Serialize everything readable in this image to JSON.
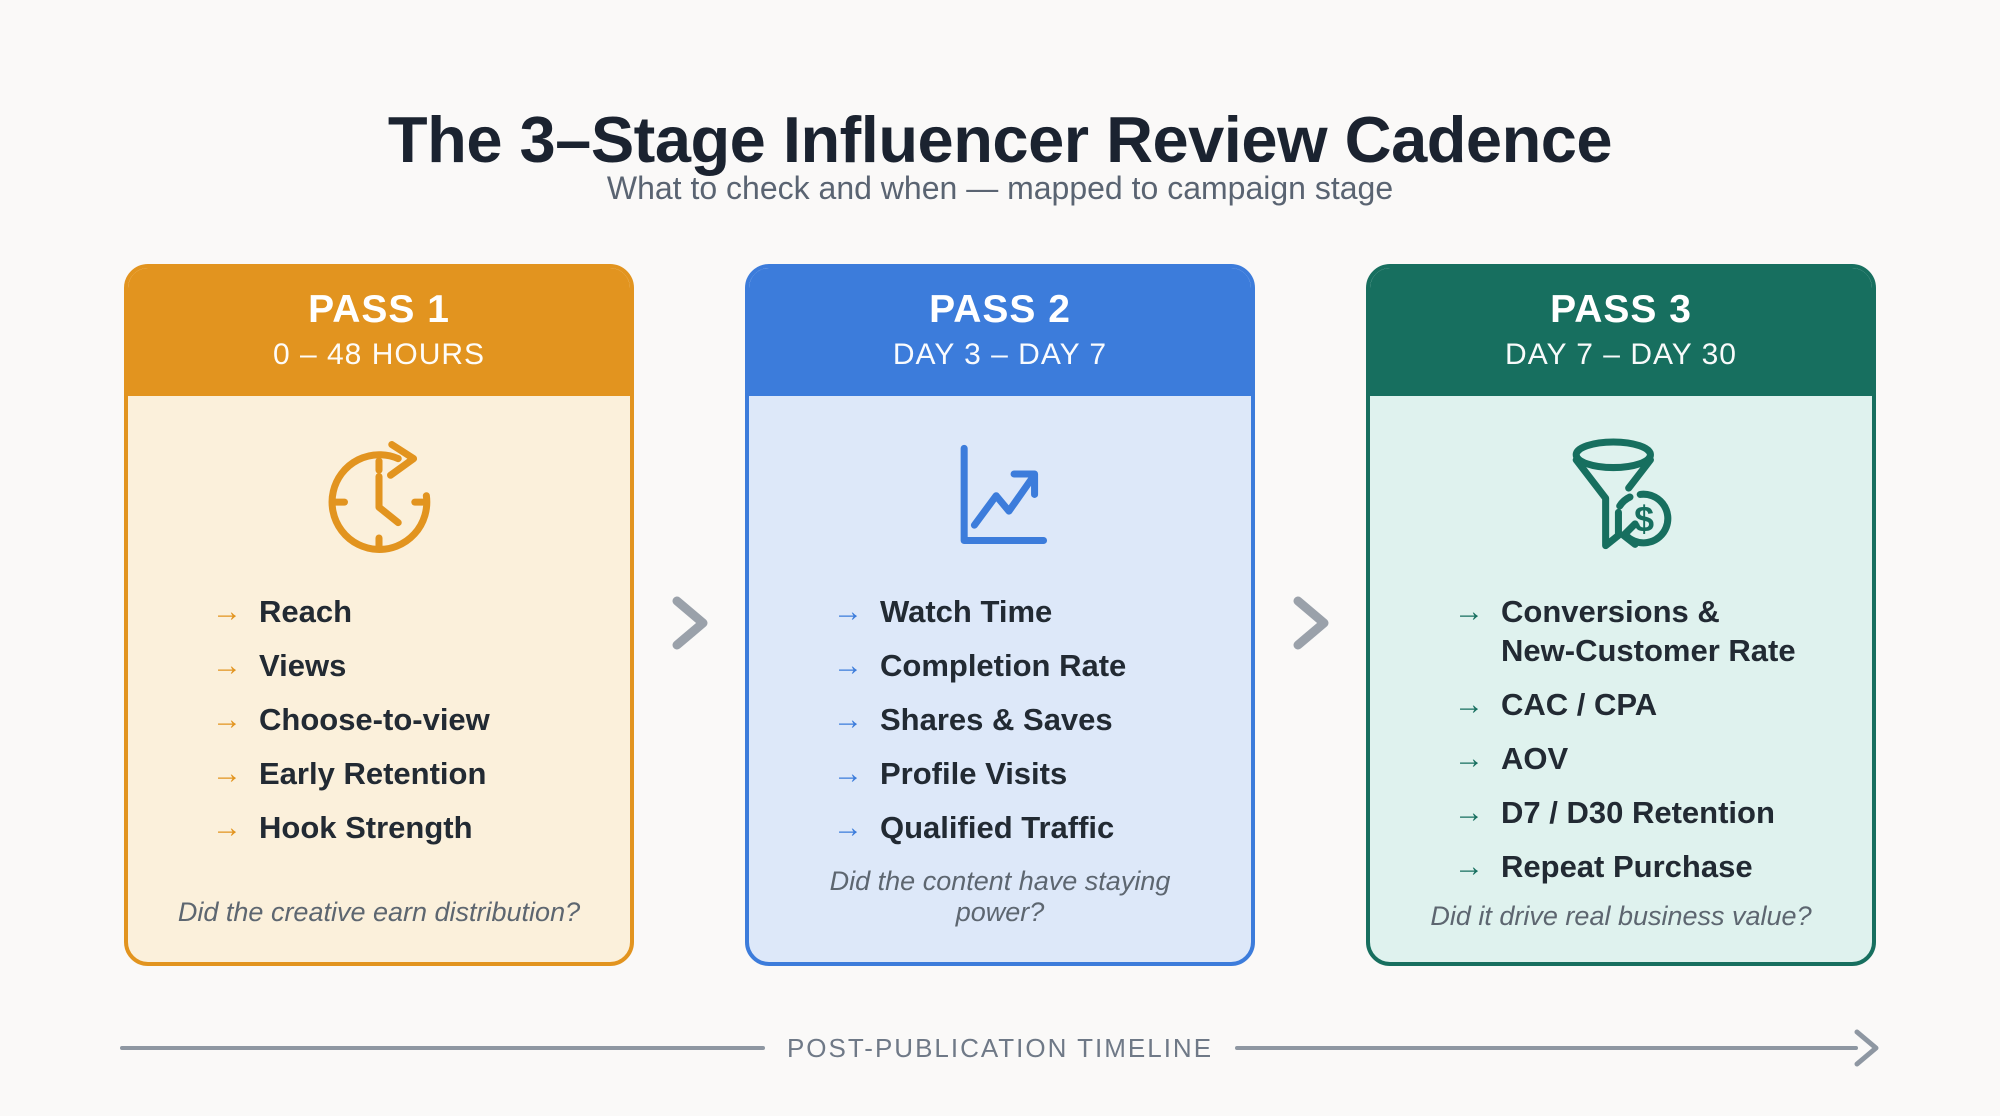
{
  "title": "The 3–Stage Influencer Review Cadence",
  "subtitle": "What to check and when — mapped to campaign stage",
  "ui": {
    "bullet": "→"
  },
  "cards": [
    {
      "pass": "PASS 1",
      "range": "0 – 48 HOURS",
      "icon": "clock-refresh-icon",
      "colors": {
        "accent": "#E2941F",
        "body": "#FBF0DB"
      },
      "items": [
        "Reach",
        "Views",
        "Choose-to-view",
        "Early Retention",
        "Hook Strength"
      ],
      "question": "Did the creative earn distribution?"
    },
    {
      "pass": "PASS 2",
      "range": "DAY 3 – DAY 7",
      "icon": "trend-chart-icon",
      "colors": {
        "accent": "#3C7CDB",
        "body": "#DDE8F9"
      },
      "items": [
        "Watch Time",
        "Completion Rate",
        "Shares & Saves",
        "Profile Visits",
        "Qualified Traffic"
      ],
      "question": "Did the content have staying power?"
    },
    {
      "pass": "PASS 3",
      "range": "DAY 7 – DAY 30",
      "icon": "funnel-dollar-icon",
      "colors": {
        "accent": "#176F5F",
        "body": "#DFF2EE"
      },
      "items": [
        "Conversions &\nNew-Customer Rate",
        "CAC / CPA",
        "AOV",
        "D7 / D30 Retention",
        "Repeat Purchase"
      ],
      "question": "Did it drive real business value?"
    }
  ],
  "timeline": {
    "label": "POST-PUBLICATION TIMELINE"
  },
  "palette": {
    "page_background": "#FAF9F8",
    "title_text": "#1B2330",
    "subtitle_text": "#5A6472",
    "list_text": "#222A33",
    "question_text": "#5D6670",
    "chevron": "#9AA1AA",
    "timeline": "#8E97A2"
  }
}
